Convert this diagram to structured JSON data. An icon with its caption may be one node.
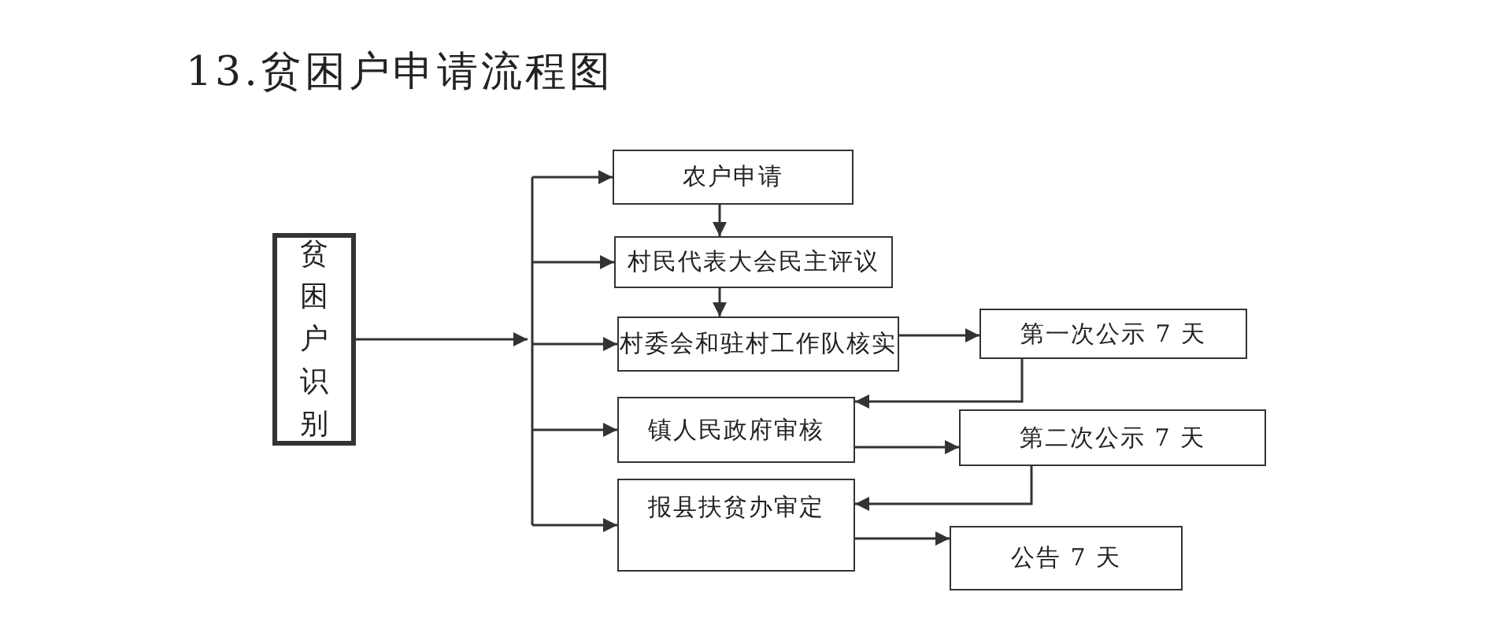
{
  "diagram": {
    "title": "13.贫困户申请流程图",
    "nodes": [
      {
        "text": [
          "贫困户识别"
        ]
      },
      {
        "text": [
          "农户申请"
        ]
      },
      {
        "text": [
          "村民代表大会民主评议"
        ]
      },
      {
        "text": [
          "村委会和驻村工作队核实"
        ]
      },
      {
        "text": [
          "镇人民政府审核"
        ]
      },
      {
        "text": [
          "报县扶贫办审定"
        ]
      },
      {
        "text": [
          "第一次公示 7 天"
        ]
      },
      {
        "text": [
          "第二次公示 7 天"
        ]
      },
      {
        "text": [
          "公告 7 天"
        ]
      }
    ],
    "edges": [
      {
        "from": 0,
        "to": 1,
        "arrow": "to"
      },
      {
        "from": 0,
        "to": 2,
        "arrow": "to"
      },
      {
        "from": 0,
        "to": 3,
        "arrow": "to"
      },
      {
        "from": 0,
        "to": 4,
        "arrow": "to"
      },
      {
        "from": 0,
        "to": 5,
        "arrow": "to"
      },
      {
        "from": 1,
        "to": 2,
        "arrow": "to"
      },
      {
        "from": 2,
        "to": 3,
        "arrow": "to"
      },
      {
        "from": 3,
        "to": 6,
        "arrow": "to"
      },
      {
        "from": 6,
        "to": 4,
        "arrow": "to"
      },
      {
        "from": 4,
        "to": 7,
        "arrow": "to"
      },
      {
        "from": 7,
        "to": 5,
        "arrow": "to"
      },
      {
        "from": 5,
        "to": 8,
        "arrow": "to"
      }
    ]
  }
}
